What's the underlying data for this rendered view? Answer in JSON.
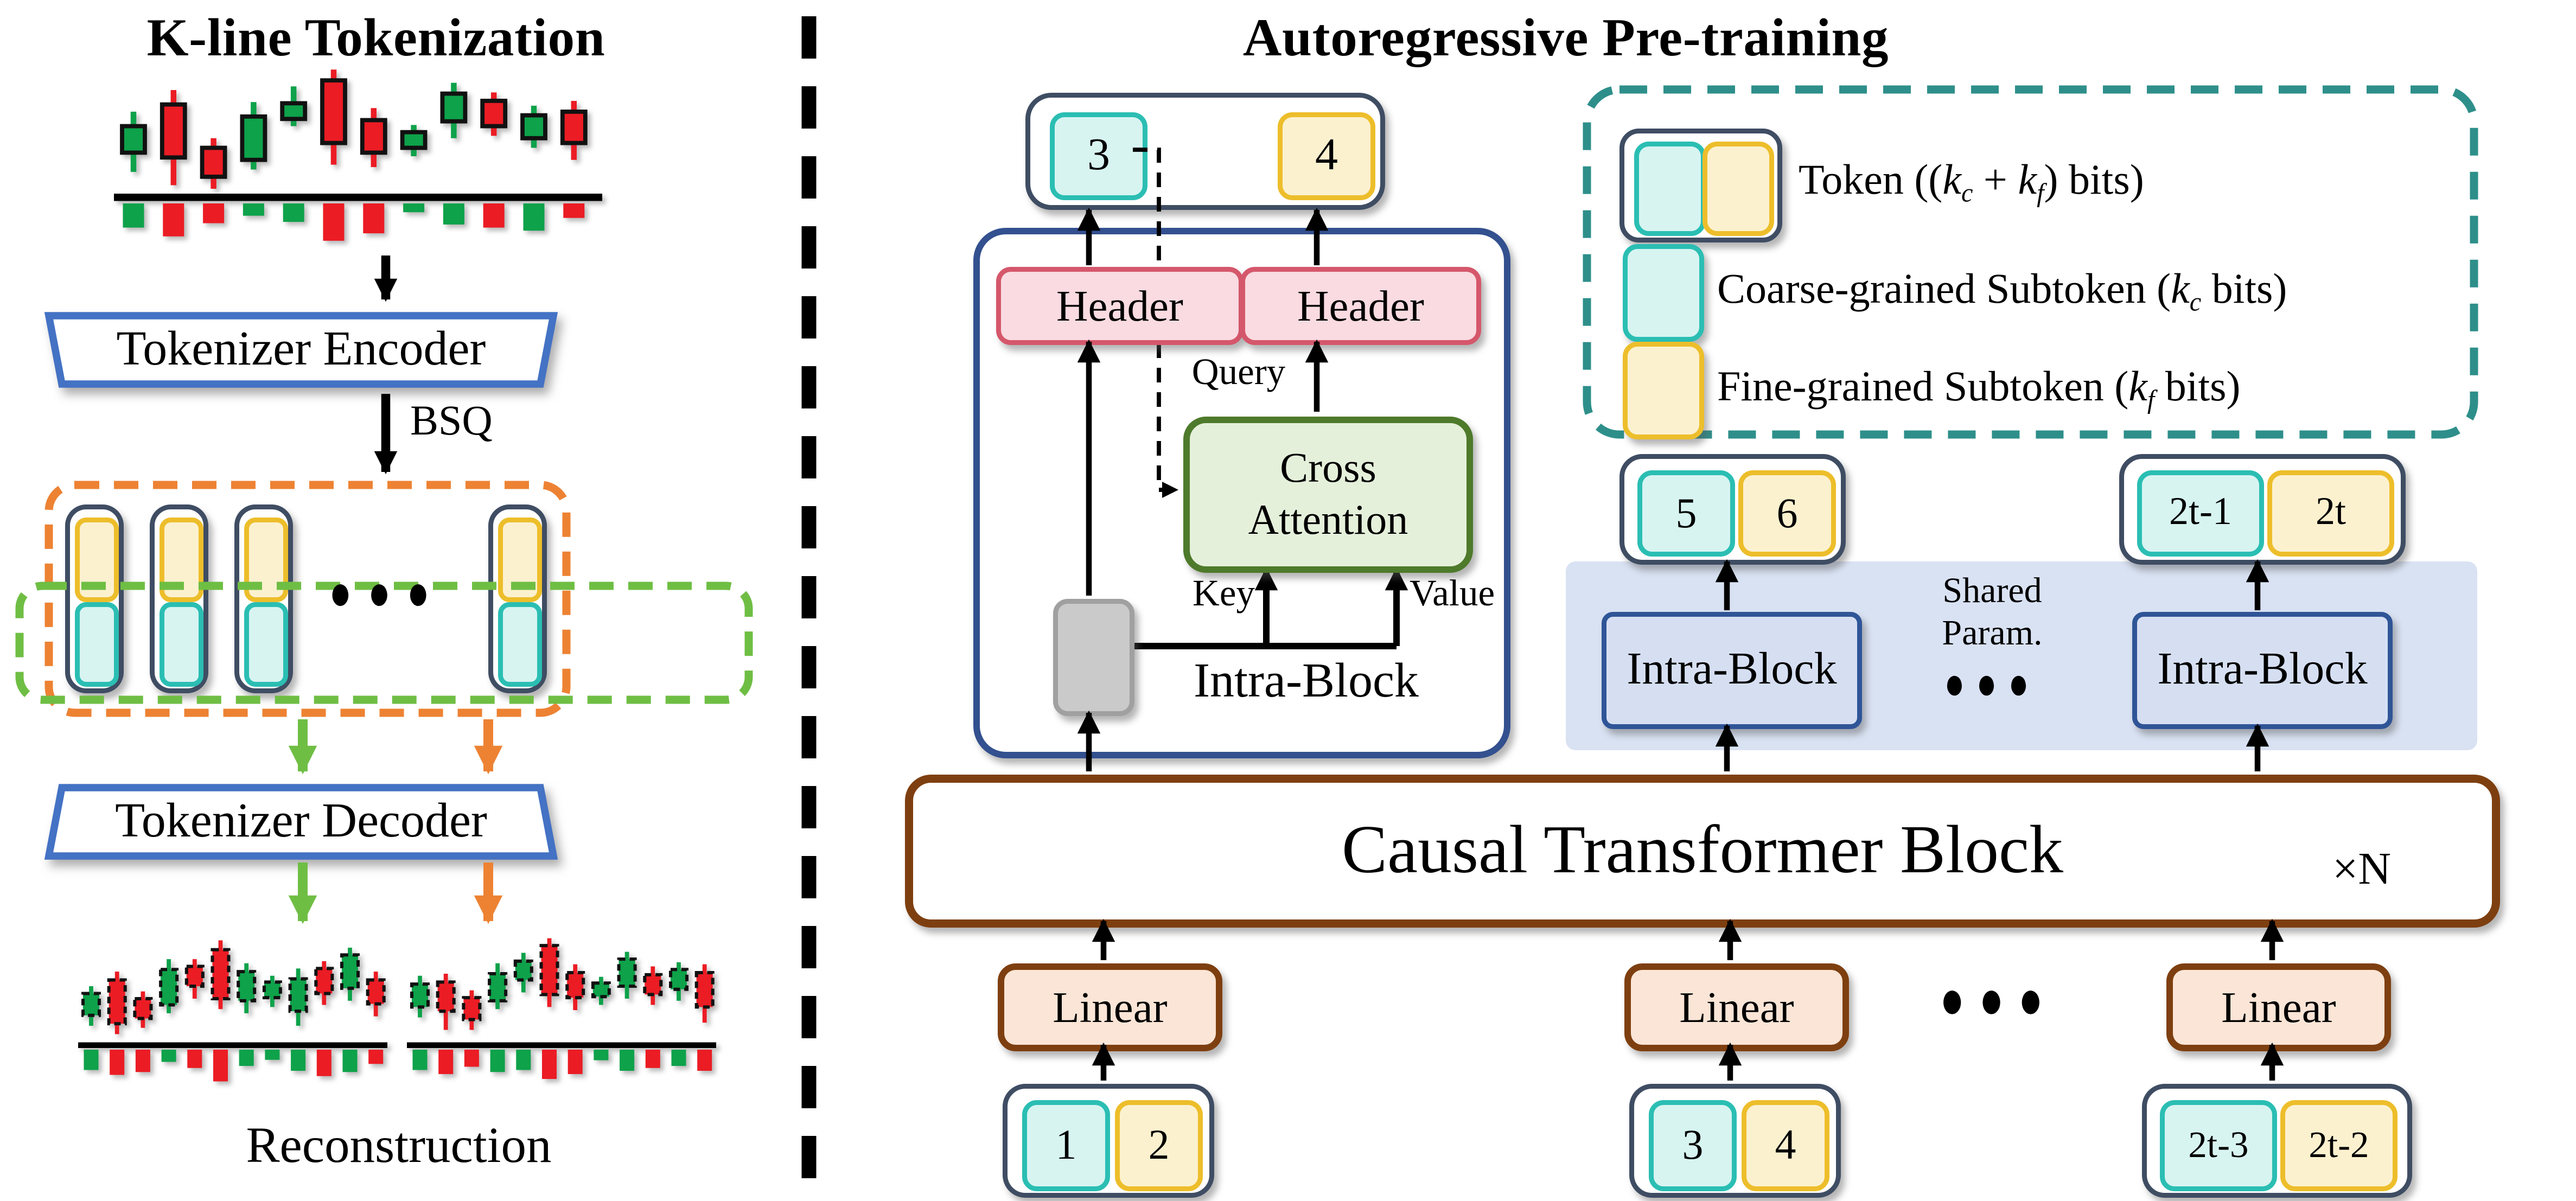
{
  "left": {
    "title": "K-line Tokenization",
    "encoder_label": "Tokenizer Encoder",
    "bsq_label": "BSQ",
    "dots": "●●●",
    "decoder_label": "Tokenizer Decoder",
    "reconstruction_label": "Reconstruction"
  },
  "right": {
    "title": "Autoregressive Pre-training",
    "output_token": {
      "coarse": "3",
      "fine": "4"
    },
    "header_left": "Header",
    "header_right": "Header",
    "query_label": "Query",
    "key_label": "Key",
    "value_label": "Value",
    "cross_attention": {
      "line1": "Cross",
      "line2": "Attention"
    },
    "intra_block_label": "Intra-Block",
    "intra_block_left": "Intra-Block",
    "intra_block_right": "Intra-Block",
    "shared_param": {
      "line1": "Shared",
      "line2": "Param.",
      "dots": "●●●"
    },
    "token_mid_left": {
      "coarse": "5",
      "fine": "6"
    },
    "token_mid_right": {
      "coarse": "2t-1",
      "fine": "2t"
    },
    "ctb_label": "Causal Transformer Block",
    "repeat_label": "×N",
    "linear_label": "Linear",
    "bottom_dots": "●●●",
    "input_token_1": {
      "coarse": "1",
      "fine": "2"
    },
    "input_token_2": {
      "coarse": "3",
      "fine": "4"
    },
    "input_token_3": {
      "coarse": "2t-3",
      "fine": "2t-2"
    }
  },
  "legend": {
    "rows": [
      {
        "icon": "token",
        "segments": [
          {
            "t": "Token (("
          },
          {
            "t": "k",
            "i": 1
          },
          {
            "t": "c",
            "s": 1
          },
          {
            "t": " + "
          },
          {
            "t": "k",
            "i": 1
          },
          {
            "t": "f",
            "s": 1
          },
          {
            "t": ") bits)"
          }
        ]
      },
      {
        "icon": "coarse",
        "segments": [
          {
            "t": "Coarse-grained Subtoken ("
          },
          {
            "t": "k",
            "i": 1
          },
          {
            "t": "c",
            "s": 1
          },
          {
            "t": " bits)"
          }
        ]
      },
      {
        "icon": "fine",
        "segments": [
          {
            "t": "Fine-grained Subtoken ("
          },
          {
            "t": "k",
            "i": 1
          },
          {
            "t": "f",
            "s": 1
          },
          {
            "t": " bits)"
          }
        ]
      }
    ]
  },
  "colors": {
    "up": "#0EA24A",
    "down": "#EB1C24",
    "coarse_fill": "#D7F4F1",
    "coarse_border": "#2BBEB3",
    "fine_fill": "#FCF1CF",
    "fine_border": "#EDBE2B",
    "container_border": "#3F4D63",
    "orange_dash": "#ED8233",
    "green_dash": "#6FBE44",
    "teal_dash": "#2E8F8A",
    "blue_trapezoid": "#4472C4",
    "brown_border": "#7E3F10",
    "band_fill": "#D9E2F3"
  },
  "candlesticks": {
    "original": [
      {
        "c": "g",
        "w": [
          36,
          86
        ],
        "b": [
          48,
          70
        ],
        "v": 0.55,
        "vc": "g"
      },
      {
        "c": "r",
        "w": [
          18,
          97
        ],
        "b": [
          30,
          74
        ],
        "v": 0.75,
        "vc": "r"
      },
      {
        "c": "r",
        "w": [
          58,
          100
        ],
        "b": [
          66,
          90
        ],
        "v": 0.45,
        "vc": "r"
      },
      {
        "c": "g",
        "w": [
          28,
          84
        ],
        "b": [
          40,
          76
        ],
        "v": 0.28,
        "vc": "g"
      },
      {
        "c": "g",
        "w": [
          15,
          48
        ],
        "b": [
          29,
          42
        ],
        "v": 0.42,
        "vc": "g"
      },
      {
        "c": "r",
        "w": [
          1,
          80
        ],
        "b": [
          10,
          62
        ],
        "v": 0.85,
        "vc": "r"
      },
      {
        "c": "r",
        "w": [
          33,
          82
        ],
        "b": [
          43,
          70
        ],
        "v": 0.68,
        "vc": "r"
      },
      {
        "c": "g",
        "w": [
          47,
          73
        ],
        "b": [
          53,
          66
        ],
        "v": 0.2,
        "vc": "g"
      },
      {
        "c": "g",
        "w": [
          12,
          58
        ],
        "b": [
          21,
          44
        ],
        "v": 0.48,
        "vc": "g"
      },
      {
        "c": "r",
        "w": [
          20,
          56
        ],
        "b": [
          27,
          48
        ],
        "v": 0.55,
        "vc": "r"
      },
      {
        "c": "g",
        "w": [
          31,
          66
        ],
        "b": [
          39,
          58
        ],
        "v": 0.62,
        "vc": "g"
      },
      {
        "c": "r",
        "w": [
          27,
          76
        ],
        "b": [
          36,
          62
        ],
        "v": 0.33,
        "vc": "r"
      }
    ],
    "recon_left": [
      {
        "c": "g",
        "w": [
          50,
          88
        ],
        "b": [
          57,
          78
        ],
        "v": 0.5,
        "vc": "g"
      },
      {
        "c": "r",
        "w": [
          36,
          96
        ],
        "b": [
          44,
          86
        ],
        "v": 0.62,
        "vc": "r"
      },
      {
        "c": "r",
        "w": [
          55,
          90
        ],
        "b": [
          62,
          81
        ],
        "v": 0.55,
        "vc": "r"
      },
      {
        "c": "g",
        "w": [
          24,
          76
        ],
        "b": [
          34,
          68
        ],
        "v": 0.3,
        "vc": "g"
      },
      {
        "c": "r",
        "w": [
          24,
          62
        ],
        "b": [
          31,
          50
        ],
        "v": 0.45,
        "vc": "r"
      },
      {
        "c": "r",
        "w": [
          6,
          72
        ],
        "b": [
          15,
          62
        ],
        "v": 0.78,
        "vc": "r"
      },
      {
        "c": "g",
        "w": [
          28,
          76
        ],
        "b": [
          36,
          64
        ],
        "v": 0.4,
        "vc": "g"
      },
      {
        "c": "g",
        "w": [
          40,
          70
        ],
        "b": [
          46,
          61
        ],
        "v": 0.25,
        "vc": "g"
      },
      {
        "c": "g",
        "w": [
          33,
          88
        ],
        "b": [
          43,
          74
        ],
        "v": 0.52,
        "vc": "g"
      },
      {
        "c": "r",
        "w": [
          26,
          68
        ],
        "b": [
          33,
          57
        ],
        "v": 0.65,
        "vc": "r"
      },
      {
        "c": "g",
        "w": [
          13,
          64
        ],
        "b": [
          20,
          52
        ],
        "v": 0.55,
        "vc": "g"
      },
      {
        "c": "r",
        "w": [
          36,
          79
        ],
        "b": [
          44,
          67
        ],
        "v": 0.35,
        "vc": "r"
      }
    ],
    "recon_right": [
      {
        "c": "g",
        "w": [
          40,
          80
        ],
        "b": [
          48,
          70
        ],
        "v": 0.5,
        "vc": "g"
      },
      {
        "c": "r",
        "w": [
          38,
          92
        ],
        "b": [
          46,
          74
        ],
        "v": 0.6,
        "vc": "r"
      },
      {
        "c": "r",
        "w": [
          54,
          92
        ],
        "b": [
          61,
          82
        ],
        "v": 0.42,
        "vc": "r"
      },
      {
        "c": "g",
        "w": [
          28,
          72
        ],
        "b": [
          38,
          64
        ],
        "v": 0.55,
        "vc": "g"
      },
      {
        "c": "g",
        "w": [
          18,
          56
        ],
        "b": [
          26,
          44
        ],
        "v": 0.5,
        "vc": "g"
      },
      {
        "c": "r",
        "w": [
          4,
          70
        ],
        "b": [
          11,
          58
        ],
        "v": 0.72,
        "vc": "r"
      },
      {
        "c": "r",
        "w": [
          29,
          73
        ],
        "b": [
          37,
          61
        ],
        "v": 0.6,
        "vc": "r"
      },
      {
        "c": "g",
        "w": [
          41,
          68
        ],
        "b": [
          47,
          60
        ],
        "v": 0.26,
        "vc": "g"
      },
      {
        "c": "g",
        "w": [
          17,
          62
        ],
        "b": [
          24,
          50
        ],
        "v": 0.52,
        "vc": "g"
      },
      {
        "c": "r",
        "w": [
          31,
          68
        ],
        "b": [
          39,
          58
        ],
        "v": 0.45,
        "vc": "r"
      },
      {
        "c": "g",
        "w": [
          27,
          64
        ],
        "b": [
          34,
          53
        ],
        "v": 0.4,
        "vc": "g"
      },
      {
        "c": "r",
        "w": [
          29,
          85
        ],
        "b": [
          37,
          70
        ],
        "v": 0.52,
        "vc": "r"
      }
    ]
  }
}
